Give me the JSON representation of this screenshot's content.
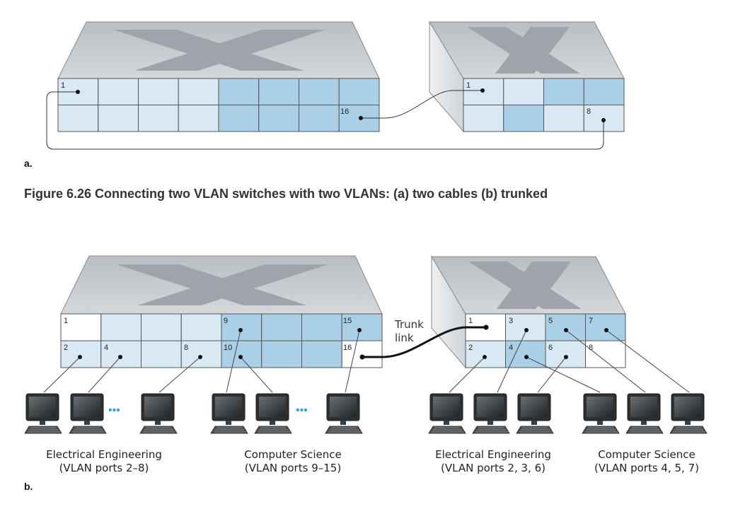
{
  "caption": "Figure 6.26 Connecting two VLAN switches with two VLANs: (a) two cables (b) trunked",
  "part_a": {
    "label": "a.",
    "left_switch_ports": {
      "p1": "1",
      "p16": "16"
    },
    "right_switch_ports": {
      "p1": "1",
      "p8": "8"
    }
  },
  "part_b": {
    "label": "b.",
    "left_switch_ports": {
      "p1": "1",
      "p2": "2",
      "p4": "4",
      "p8": "8",
      "p9": "9",
      "p10": "10",
      "p15": "15",
      "p16": "16"
    },
    "right_switch_ports": {
      "p1": "1",
      "p2": "2",
      "p3": "3",
      "p4": "4",
      "p5": "5",
      "p6": "6",
      "p7": "7",
      "p8": "8"
    },
    "trunk_label_line1": "Trunk",
    "trunk_label_line2": "link",
    "ellipsis": "•••",
    "groups": [
      {
        "name": "Electrical Engineering",
        "ports": "(VLAN ports 2–8)"
      },
      {
        "name": "Computer Science",
        "ports": "(VLAN ports 9–15)"
      },
      {
        "name": "Electrical Engineering",
        "ports": "(VLAN ports 2, 3, 6)"
      },
      {
        "name": "Computer Science",
        "ports": "(VLAN ports 4, 5, 7)"
      }
    ]
  },
  "colors": {
    "ee_port": "#d8e9f3",
    "cs_port": "#a9d0e6",
    "unassigned_port": "#ffffff",
    "switch_top": "#c6cbd0",
    "switch_side": "#dfe3e6"
  }
}
